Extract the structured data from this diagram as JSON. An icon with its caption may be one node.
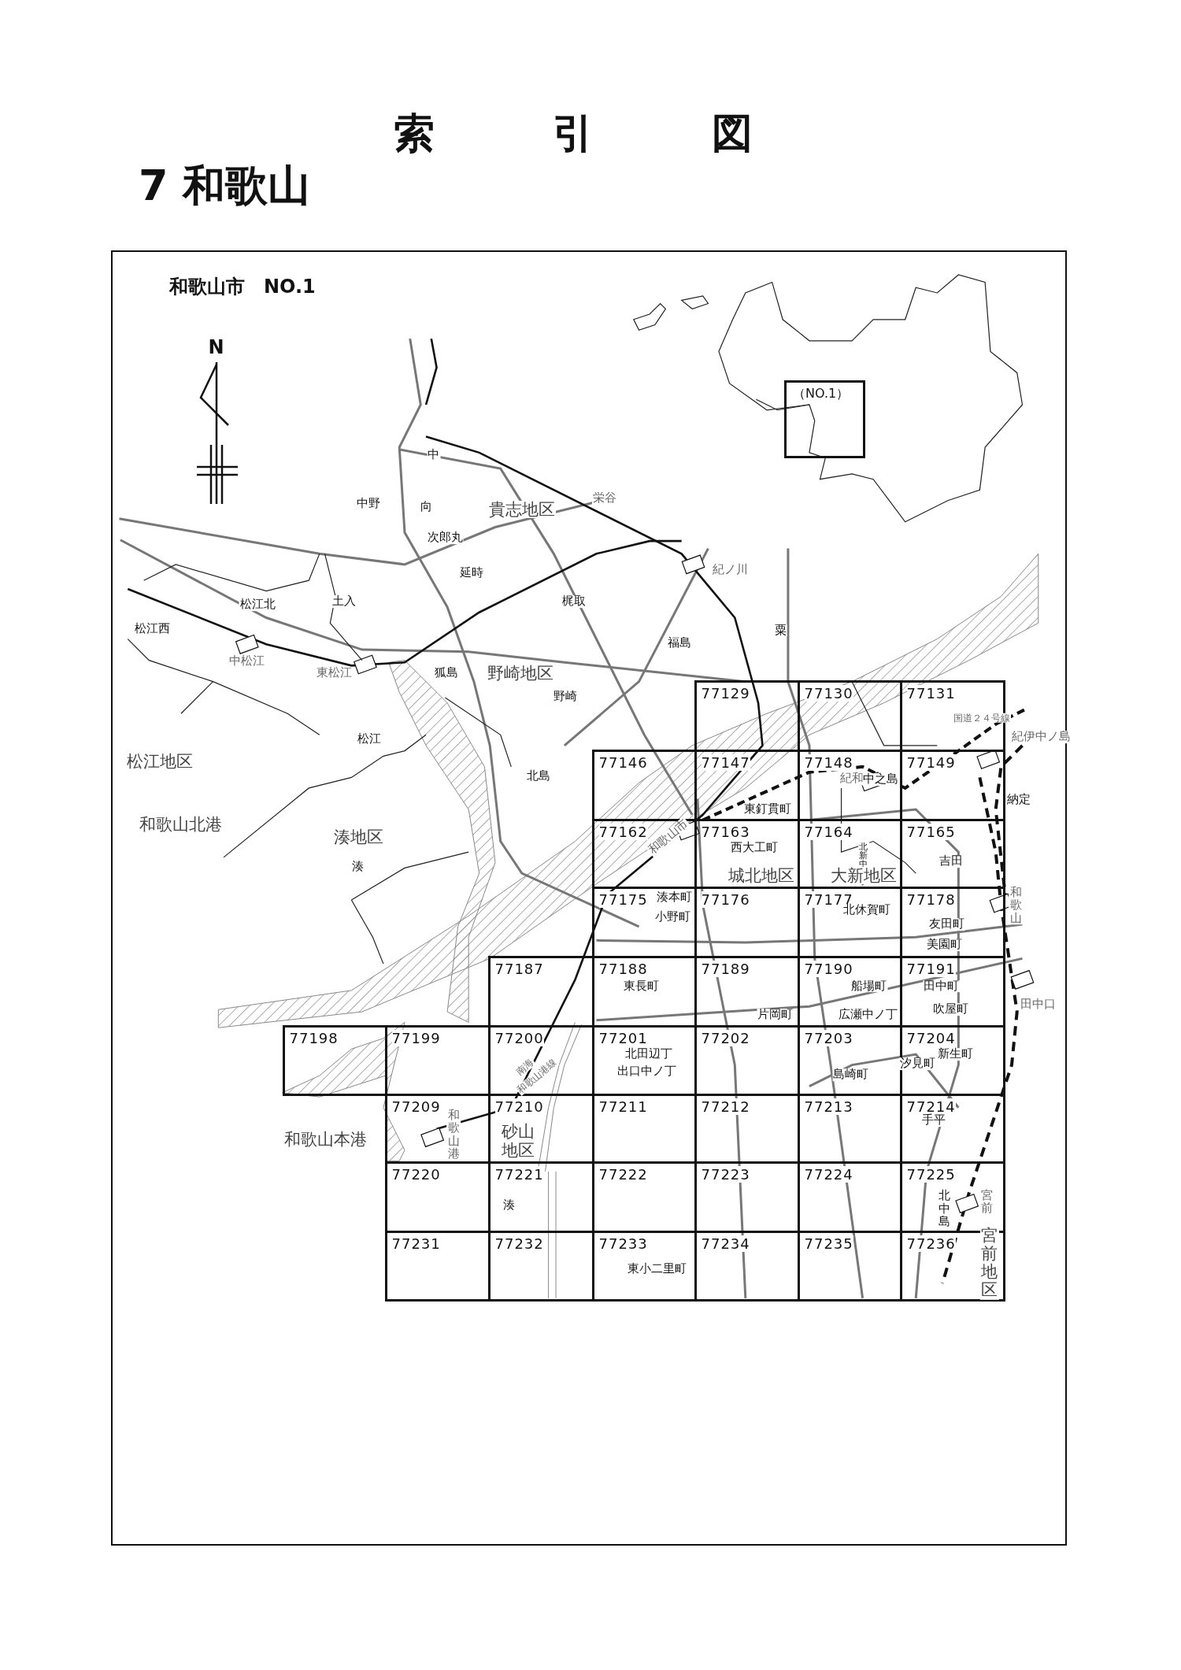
{
  "diagram": {
    "title": "索引図",
    "nodes": [
      {
        "text": [
          "和歌山市　NO.1"
        ]
      },
      {
        "text": [
          "（NO.1）"
        ],
        "in": 0
      },
      {
        "text": [
          "77129"
        ],
        "in": 0
      },
      {
        "text": [
          "77130"
        ],
        "in": 0
      },
      {
        "text": [
          "77131"
        ],
        "in": 0
      },
      {
        "text": [
          "77146"
        ],
        "in": 0
      },
      {
        "text": [
          "77147"
        ],
        "in": 0
      },
      {
        "text": [
          "77148"
        ],
        "in": 0
      },
      {
        "text": [
          "77149"
        ],
        "in": 0
      },
      {
        "text": [
          "77162"
        ],
        "in": 0
      },
      {
        "text": [
          "77163"
        ],
        "in": 0
      },
      {
        "text": [
          "77164"
        ],
        "in": 0
      },
      {
        "text": [
          "77165"
        ],
        "in": 0
      },
      {
        "text": [
          "77175"
        ],
        "in": 0
      },
      {
        "text": [
          "77176"
        ],
        "in": 0
      },
      {
        "text": [
          "77177"
        ],
        "in": 0
      },
      {
        "text": [
          "77178"
        ],
        "in": 0
      },
      {
        "text": [
          "77187"
        ],
        "in": 0
      },
      {
        "text": [
          "77188"
        ],
        "in": 0
      },
      {
        "text": [
          "77189"
        ],
        "in": 0
      },
      {
        "text": [
          "77190"
        ],
        "in": 0
      },
      {
        "text": [
          "77191"
        ],
        "in": 0
      },
      {
        "text": [
          "77198"
        ],
        "in": 0
      },
      {
        "text": [
          "77199"
        ],
        "in": 0
      },
      {
        "text": [
          "77200"
        ],
        "in": 0
      },
      {
        "text": [
          "77201"
        ],
        "in": 0
      },
      {
        "text": [
          "77202"
        ],
        "in": 0
      },
      {
        "text": [
          "77203"
        ],
        "in": 0
      },
      {
        "text": [
          "77204"
        ],
        "in": 0
      },
      {
        "text": [
          "77209"
        ],
        "in": 0
      },
      {
        "text": [
          "77210"
        ],
        "in": 0
      },
      {
        "text": [
          "77211"
        ],
        "in": 0
      },
      {
        "text": [
          "77212"
        ],
        "in": 0
      },
      {
        "text": [
          "77213"
        ],
        "in": 0
      },
      {
        "text": [
          "77214"
        ],
        "in": 0
      },
      {
        "text": [
          "77220"
        ],
        "in": 0
      },
      {
        "text": [
          "77221"
        ],
        "in": 0
      },
      {
        "text": [
          "77222"
        ],
        "in": 0
      },
      {
        "text": [
          "77223"
        ],
        "in": 0
      },
      {
        "text": [
          "77224"
        ],
        "in": 0
      },
      {
        "text": [
          "77225"
        ],
        "in": 0
      },
      {
        "text": [
          "77231"
        ],
        "in": 0
      },
      {
        "text": [
          "77232"
        ],
        "in": 0
      },
      {
        "text": [
          "77233"
        ],
        "in": 0
      },
      {
        "text": [
          "77234"
        ],
        "in": 0
      },
      {
        "text": [
          "77235"
        ],
        "in": 0
      },
      {
        "text": [
          "77236"
        ],
        "in": 0
      }
    ],
    "labels": [
      "7 和歌山",
      "N",
      "中",
      "中野",
      "向",
      "貴志地区",
      "栄谷",
      "次郎丸",
      "紀ノ川",
      "延時",
      "梶取",
      "松江北",
      "土入",
      "松江西",
      "粟",
      "福島",
      "中松江",
      "狐島",
      "野崎地区",
      "東松江",
      "野崎",
      "松江",
      "松江地区",
      "国道２４号線",
      "紀伊中ノ島",
      "紀和",
      "中之島",
      "北島",
      "納定",
      "東釘貫町",
      "和歌山北港",
      "湊地区",
      "和歌山市",
      "西大工町",
      "北新中ノ丁",
      "吉田",
      "湊",
      "城北地区",
      "大新地区",
      "湊本町",
      "和歌山",
      "北休賀町",
      "小野町",
      "友田町",
      "美園町",
      "東長町",
      "船場町",
      "田中町",
      "田中口",
      "吹屋町",
      "片岡町",
      "広瀬中ノ丁",
      "北田辺丁",
      "新生町",
      "汐見町",
      "南海",
      "出口中ノ丁",
      "島崎町",
      "和歌山港線",
      "手平",
      "和歌山港",
      "砂山地区",
      "和歌山本港",
      "北中島",
      "宮前",
      "湊",
      "宮前地区",
      "東小二里町"
    ]
  }
}
